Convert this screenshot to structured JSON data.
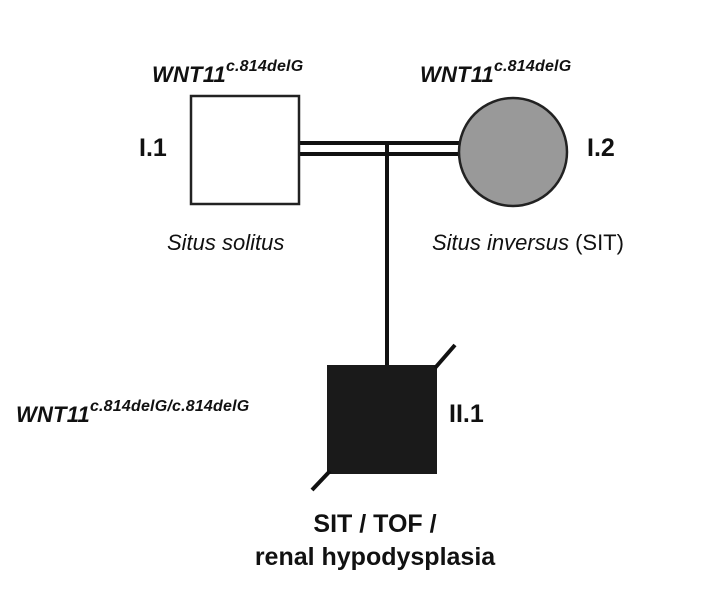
{
  "pedigree": {
    "individuals": [
      {
        "id": "I.1",
        "sex": "male",
        "shape": "square",
        "affected": false,
        "fill_color": "#ffffff",
        "gene": "WNT11",
        "variant": "c.814delG",
        "phenotype_italic": "Situs solitus",
        "phenotype_suffix": ""
      },
      {
        "id": "I.2",
        "sex": "female",
        "shape": "circle",
        "affected": "partial",
        "fill_color": "#999999",
        "gene": "WNT11",
        "variant": "c.814delG",
        "phenotype_italic": "Situs inversus",
        "phenotype_suffix": " (SIT)"
      },
      {
        "id": "II.1",
        "sex": "male",
        "shape": "square",
        "affected": true,
        "proband": true,
        "fill_color": "#1a1a1a",
        "gene": "WNT11",
        "variant": "c.814delG/c.814delG",
        "diagnosis_line1": "SIT / TOF /",
        "diagnosis_line2": "renal hypodysplasia"
      }
    ],
    "relationships": [
      {
        "type": "consanguineous-mating",
        "partners": [
          "I.1",
          "I.2"
        ],
        "children": [
          "II.1"
        ]
      }
    ],
    "line_color": "#111111"
  }
}
